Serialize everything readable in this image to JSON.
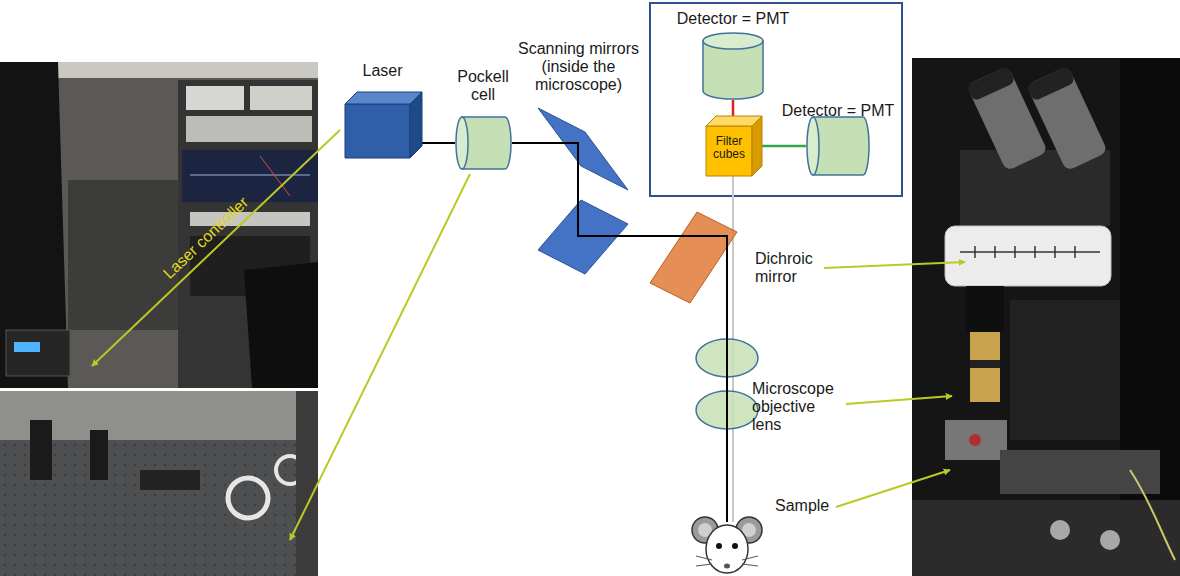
{
  "diagram": {
    "nodes": [
      {
        "text": [
          "Laser"
        ]
      },
      {
        "text": [
          "Pockell cell"
        ]
      },
      {
        "text": [
          "Scanning mirrors (inside the microscope)"
        ]
      },
      {
        "text": [
          "Detector = PMT"
        ]
      },
      {
        "text": [
          "Filter cubes"
        ]
      },
      {
        "text": [
          "Detector = PMT"
        ]
      },
      {
        "text": [
          "Dichroic mirror"
        ]
      },
      {
        "text": [
          "Microscope objective lens"
        ]
      }
    ],
    "edges": [
      {
        "from": 0,
        "to": 1,
        "arrow": "none"
      },
      {
        "from": 1,
        "to": 2,
        "arrow": "none"
      },
      {
        "from": 2,
        "to": 6,
        "arrow": "none"
      },
      {
        "from": 6,
        "to": 7,
        "arrow": "none"
      },
      {
        "from": 6,
        "to": 4,
        "arrow": "none"
      },
      {
        "from": 4,
        "to": 3,
        "arrow": "none"
      },
      {
        "from": 4,
        "to": 5,
        "arrow": "none"
      }
    ],
    "labels": [
      "Laser controller",
      "Sample"
    ]
  }
}
